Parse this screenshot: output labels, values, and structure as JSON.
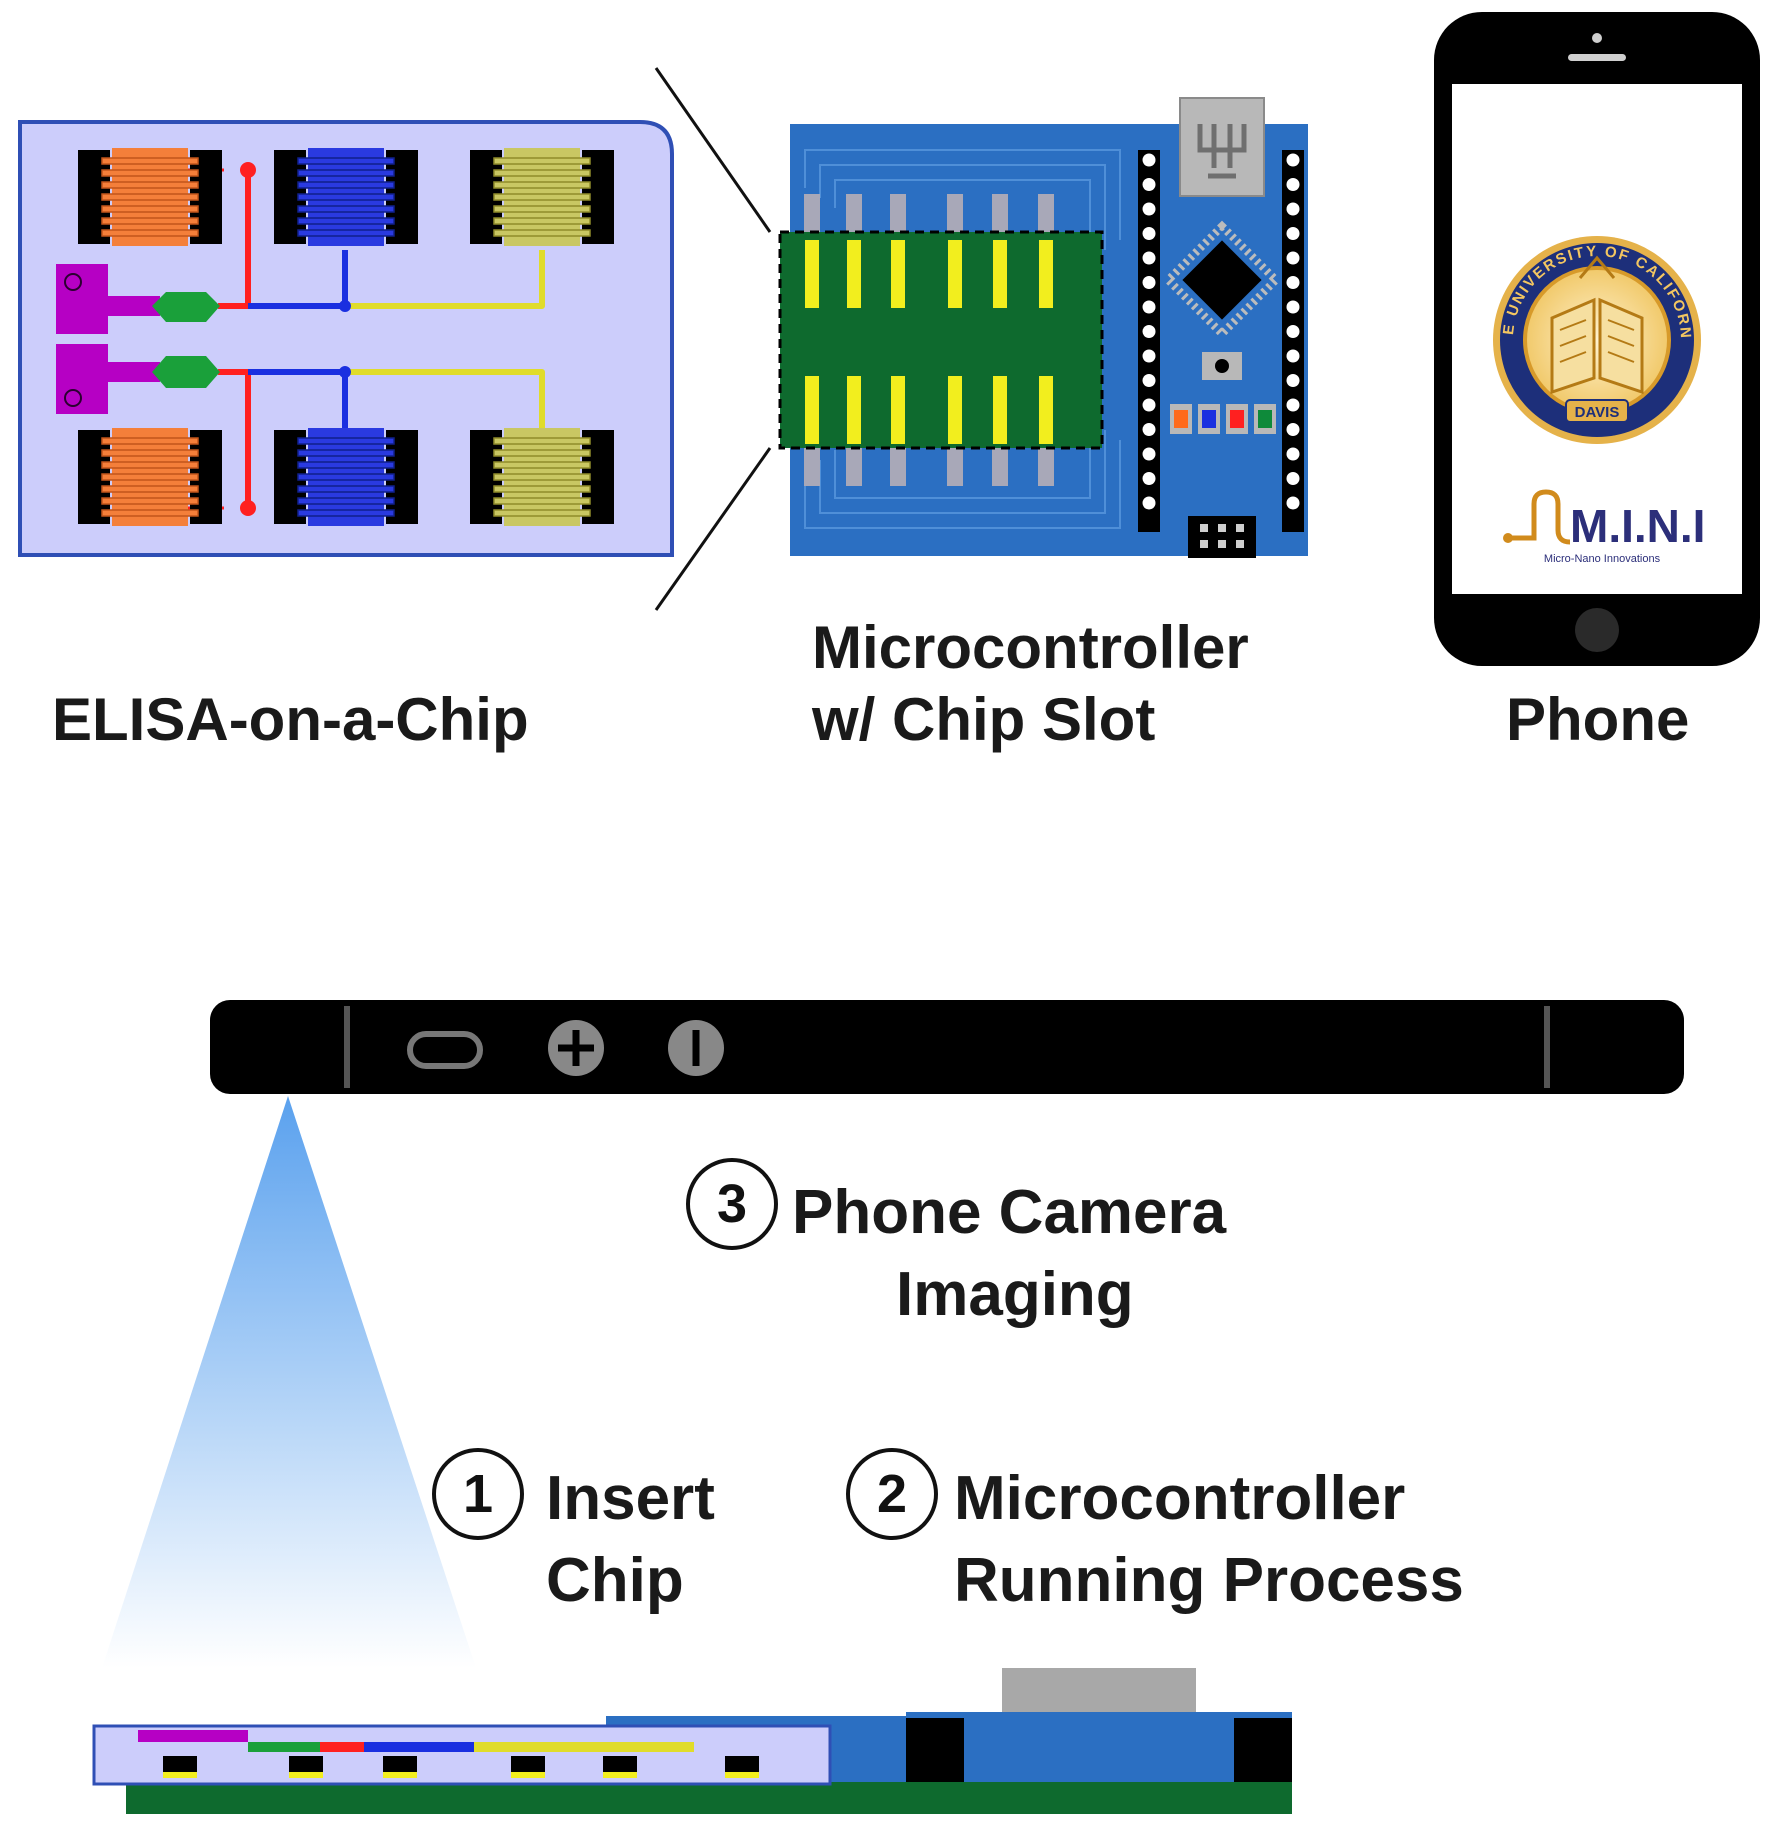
{
  "top_labels": {
    "chip": "ELISA-on-a-Chip",
    "microcontroller_line1": "Microcontroller",
    "microcontroller_line2": "w/ Chip Slot",
    "phone": "Phone"
  },
  "phone_screen": {
    "seal_text": "THE UNIVERSITY OF CALIFORNIA",
    "seal_bottom": "DAVIS",
    "logo_text": "M.I.N.I",
    "logo_subtitle": "Micro-Nano Innovations"
  },
  "steps": [
    {
      "number": "1",
      "line1": "Insert",
      "line2": "Chip"
    },
    {
      "number": "2",
      "line1": "Microcontroller",
      "line2": "Running Process"
    },
    {
      "number": "3",
      "line1": "Phone Camera",
      "line2": "Imaging"
    }
  ],
  "colors": {
    "chip_bg": "#cccdfb",
    "chip_border": "#2f4fb5",
    "board_blue": "#2b6fc2",
    "board_green": "#0e6a2e",
    "electrode_orange": "#f47f3a",
    "electrode_blue": "#2a3ae0",
    "electrode_yellow": "#c9c763",
    "channel_red": "#ff2020",
    "channel_blue": "#1a2fe0",
    "channel_yellow": "#e0dc2a",
    "inlet_magenta": "#b600c4",
    "chamber_green": "#1aa03a",
    "light_cone": "#5aa1ee"
  }
}
